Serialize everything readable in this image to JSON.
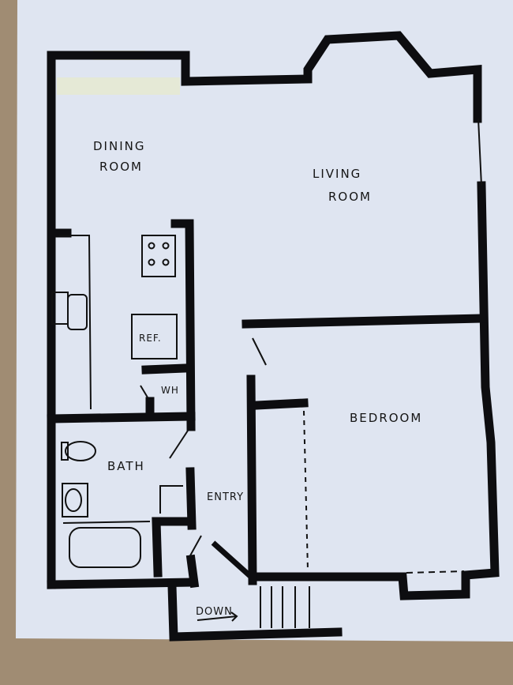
{
  "floor_plan": {
    "rooms": {
      "dining": [
        "DINING",
        "ROOM"
      ],
      "living": [
        "LIVING",
        "ROOM"
      ],
      "bedroom": "BEDROOM",
      "bath": "BATH",
      "entry": "ENTRY"
    },
    "fixtures": {
      "refrigerator": "REF.",
      "water_heater": "WH"
    },
    "stairs": "DOWN"
  },
  "colors": {
    "paper": "#dfe5f1",
    "ink": "#0d0d10",
    "wood": "#9c8a72",
    "tape": "#e9ecd2"
  }
}
